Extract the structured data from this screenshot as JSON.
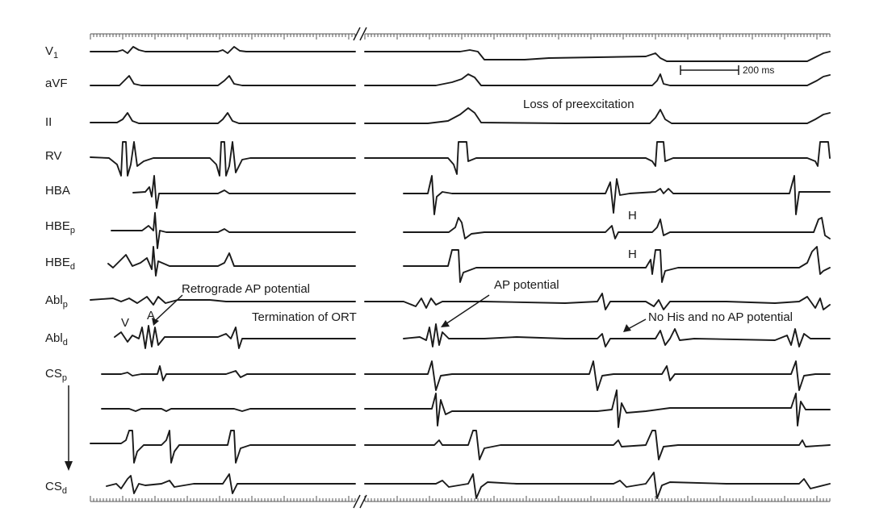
{
  "leads": [
    {
      "main": "V",
      "sub": "1"
    },
    {
      "main": "aVF",
      "sub": ""
    },
    {
      "main": "II",
      "sub": ""
    },
    {
      "main": "RV",
      "sub": ""
    },
    {
      "main": "HBA",
      "sub": ""
    },
    {
      "main": "HBE",
      "sub": "p"
    },
    {
      "main": "HBE",
      "sub": "d"
    },
    {
      "main": "Abl",
      "sub": "p"
    },
    {
      "main": "Abl",
      "sub": "d"
    },
    {
      "main": "CS",
      "sub": "p"
    },
    {
      "main": "",
      "sub": ""
    },
    {
      "main": "",
      "sub": ""
    },
    {
      "main": "CS",
      "sub": "d"
    }
  ],
  "annotations": {
    "scale_bar": "200 ms",
    "loss_preexcitation": "Loss of preexcitation",
    "h_upper": "H",
    "h_lower": "H",
    "retrograde_ap": "Retrograde AP potential",
    "v_marker": "V",
    "a_marker": "A",
    "termination": "Termination of ORT",
    "ap_potential": "AP potential",
    "no_his": "No His and no AP potential"
  }
}
